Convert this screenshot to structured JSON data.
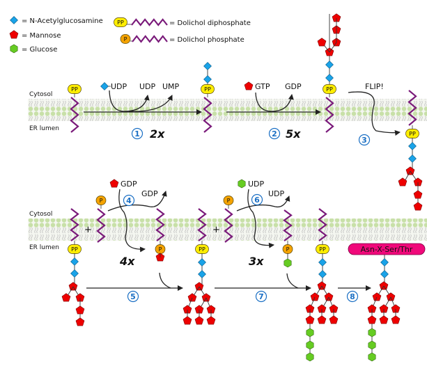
{
  "legend": {
    "items": [
      {
        "symbol": "diamond",
        "label": "= N-Acetylglucosamine",
        "color": "#1aa3e8"
      },
      {
        "symbol": "pentagon",
        "label": "= Mannose",
        "color": "#ee0000"
      },
      {
        "symbol": "hexagon",
        "label": "= Glucose",
        "color": "#66cc22"
      },
      {
        "symbol": "PP-lipid",
        "label": "= Dolichol diphosphate",
        "badge": "PP",
        "color": "#ffee00"
      },
      {
        "symbol": "P-lipid",
        "label": "= Dolichol phosphate",
        "badge": "P",
        "color": "#f5a300"
      }
    ]
  },
  "compartments": {
    "cytosol": "Cytosol",
    "lumen": "ER lumen"
  },
  "badges": {
    "pp": "PP",
    "p": "P"
  },
  "steps": [
    {
      "num": "1",
      "multiplier": "2x",
      "donor": "UDP",
      "products": [
        "UDP",
        "UMP"
      ]
    },
    {
      "num": "2",
      "multiplier": "5x",
      "donor": "GTP",
      "products": [
        "GDP"
      ]
    },
    {
      "num": "3",
      "label": "FLIP!"
    },
    {
      "num": "4",
      "multiplier": "4x",
      "donor": "GDP",
      "products": [
        "GDP"
      ]
    },
    {
      "num": "5"
    },
    {
      "num": "6",
      "multiplier": "3x",
      "donor": "UDP",
      "products": [
        "UDP"
      ]
    },
    {
      "num": "7"
    },
    {
      "num": "8"
    }
  ],
  "plus": "+",
  "peptide": "Asn-X-Ser/Thr",
  "colors": {
    "glcnac": "#1aa3e8",
    "mannose": "#ee0000",
    "glucose": "#66cc22",
    "pp": "#ffee00",
    "p": "#f5a300",
    "dolichol": "#7a1a7a",
    "membrane_head": "#c8e0a8",
    "step_circle": "#1a6fc4",
    "peptide": "#f0097a"
  }
}
